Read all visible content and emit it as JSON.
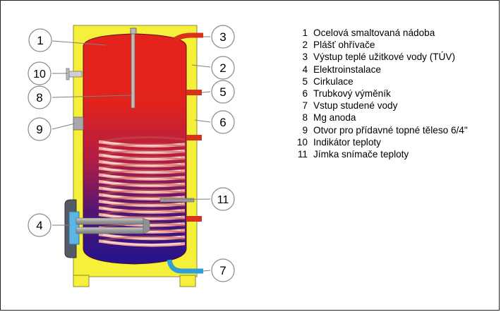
{
  "callouts": [
    {
      "num": "1"
    },
    {
      "num": "2"
    },
    {
      "num": "3"
    },
    {
      "num": "4"
    },
    {
      "num": "5"
    },
    {
      "num": "6"
    },
    {
      "num": "7"
    },
    {
      "num": "8"
    },
    {
      "num": "9"
    },
    {
      "num": "10"
    },
    {
      "num": "11"
    }
  ],
  "legend": [
    {
      "num": "1",
      "text": "Ocelová smaltovaná nádoba"
    },
    {
      "num": "2",
      "text": "Plášť ohřívače"
    },
    {
      "num": "3",
      "text": "Výstup teplé užitkové vody (TÚV)"
    },
    {
      "num": "4",
      "text": "Elektroinstalace"
    },
    {
      "num": "5",
      "text": "Cirkulace"
    },
    {
      "num": "6",
      "text": "Trubkový výměník"
    },
    {
      "num": "7",
      "text": "Vstup studené vody"
    },
    {
      "num": "8",
      "text": "Mg anoda"
    },
    {
      "num": "9",
      "text": "Otvor pro přídavné topné těleso 6/4\""
    },
    {
      "num": "10",
      "text": "Indikátor teploty"
    },
    {
      "num": "11",
      "text": "Jímka snímače teploty"
    }
  ],
  "colors": {
    "jacket": "#f7f03a",
    "tank_top": "#e4221c",
    "tank_bottom": "#25138c",
    "pipe": "#d8321c",
    "coil": "#f2a8a0",
    "inlet_pipe": "#2f9fd8",
    "element": "#a8a8a8"
  }
}
